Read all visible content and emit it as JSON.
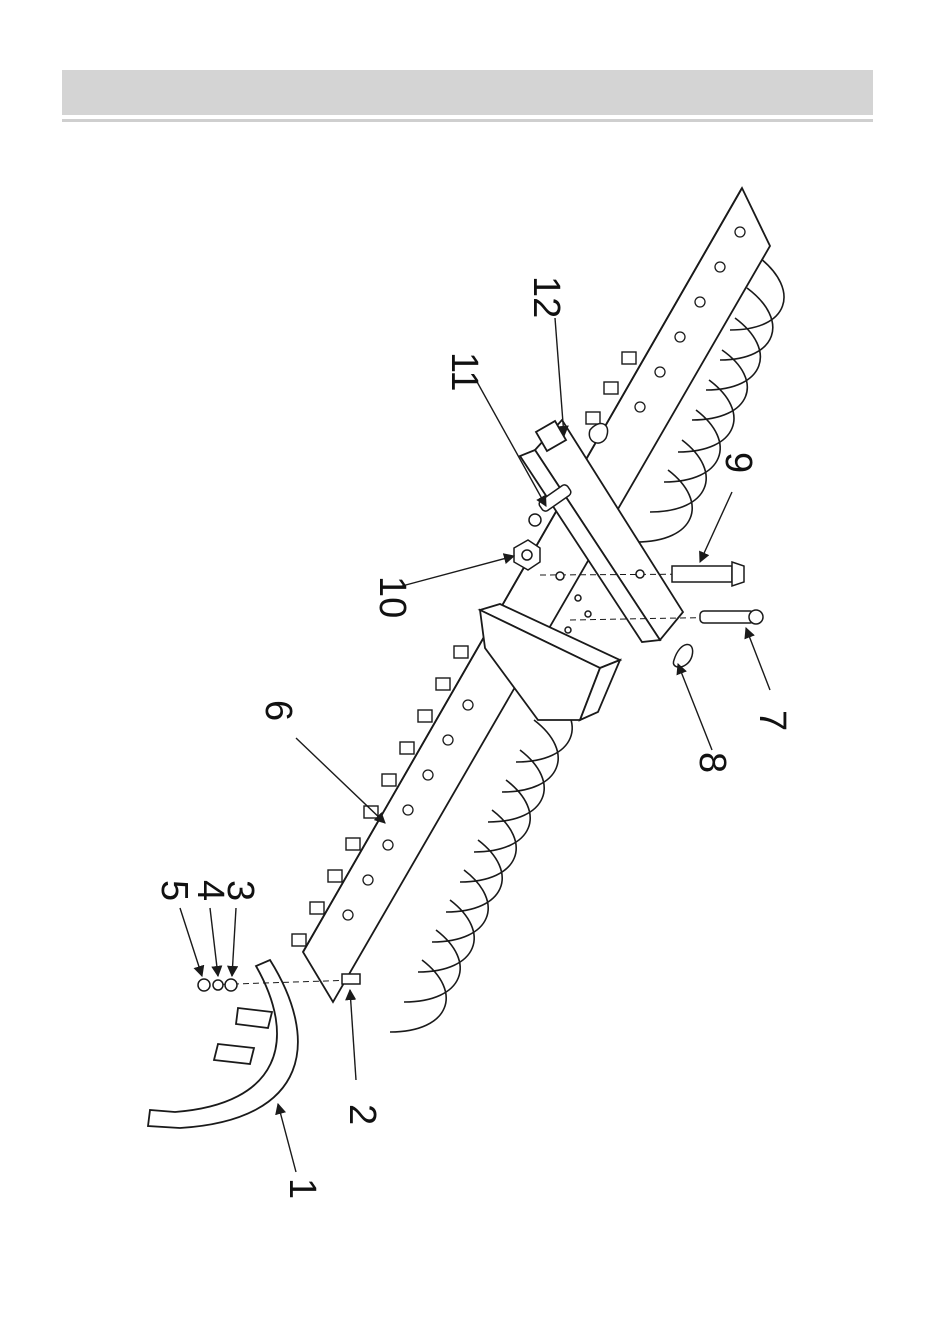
{
  "header": {
    "title": ""
  },
  "diagram": {
    "callouts": [
      "1",
      "2",
      "3",
      "4",
      "5",
      "6",
      "7",
      "8",
      "9",
      "10",
      "11",
      "12"
    ]
  },
  "colors": {
    "line": "#1a1a1a",
    "header_fill": "#d4d4d4",
    "header_rule": "#cfcfcf"
  }
}
